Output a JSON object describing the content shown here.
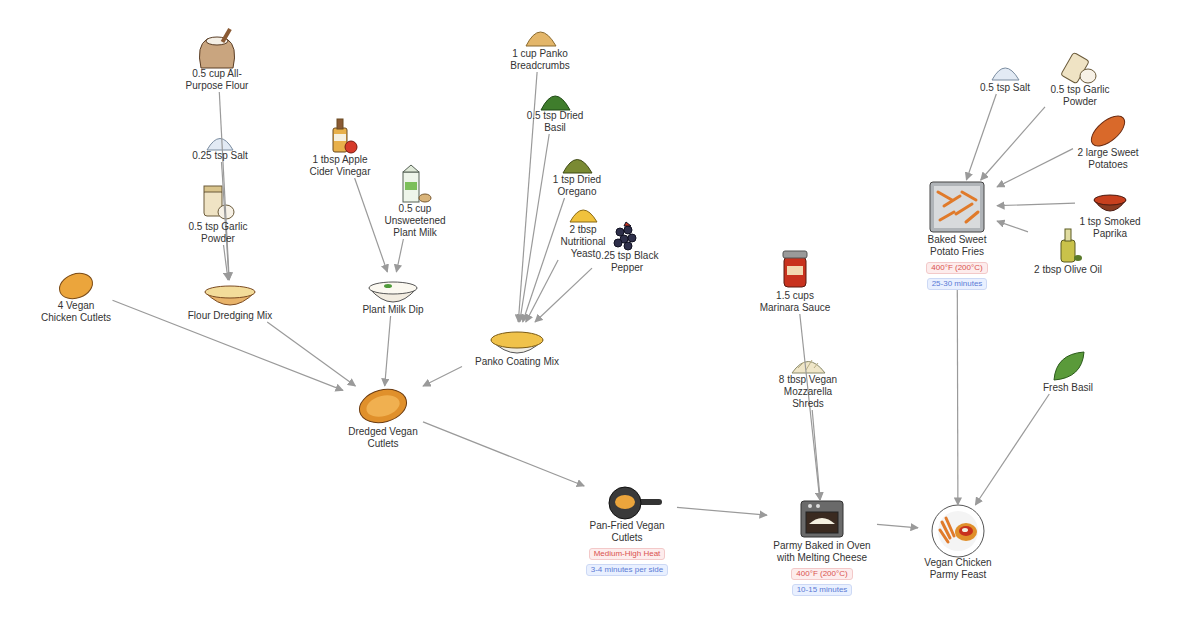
{
  "diagram": {
    "nodes": [
      {
        "text": [
          "0.5 cup All-Purpose Flour"
        ]
      },
      {
        "text": [
          "0.25 tsp Salt"
        ]
      },
      {
        "text": [
          "0.5 tsp Garlic Powder"
        ]
      },
      {
        "text": [
          "Flour Dredging Mix"
        ]
      },
      {
        "text": [
          "4 Vegan Chicken Cutlets"
        ]
      },
      {
        "text": [
          "1 tbsp Apple Cider Vinegar"
        ]
      },
      {
        "text": [
          "0.5 cup Unsweetened Plant Milk"
        ]
      },
      {
        "text": [
          "Plant Milk Dip"
        ]
      },
      {
        "text": [
          "1 cup Panko Breadcrumbs"
        ]
      },
      {
        "text": [
          "0.5 tsp Dried Basil"
        ]
      },
      {
        "text": [
          "1 tsp Dried Oregano"
        ]
      },
      {
        "text": [
          "2 tbsp Nutritional Yeast"
        ]
      },
      {
        "text": [
          "0.25 tsp Black Pepper"
        ]
      },
      {
        "text": [
          "Panko Coating Mix"
        ]
      },
      {
        "text": [
          "Dredged Vegan Cutlets"
        ]
      },
      {
        "text": [
          "Pan-Fried Vegan Cutlets",
          "Medium-High Heat",
          "3-4 minutes per side"
        ]
      },
      {
        "text": [
          "1.5 cups Marinara Sauce"
        ]
      },
      {
        "text": [
          "8 tbsp Vegan Mozzarella Shreds"
        ]
      },
      {
        "text": [
          "Parmy Baked in Oven with Melting Cheese",
          "400°F (200°C)",
          "10-15 minutes"
        ]
      },
      {
        "text": [
          "0.5 tsp Salt"
        ]
      },
      {
        "text": [
          "0.5 tsp Garlic Powder"
        ]
      },
      {
        "text": [
          "2 large Sweet Potatoes"
        ]
      },
      {
        "text": [
          "1 tsp Smoked Paprika"
        ]
      },
      {
        "text": [
          "2 tbsp Olive Oil"
        ]
      },
      {
        "text": [
          "Baked Sweet Potato Fries",
          "400°F (200°C)",
          "25-30 minutes"
        ]
      },
      {
        "text": [
          "Fresh Basil"
        ]
      },
      {
        "text": [
          "Vegan Chicken Parmy Feast"
        ]
      }
    ],
    "edges": [
      {
        "from": 0,
        "to": 3,
        "arrow": "to"
      },
      {
        "from": 1,
        "to": 3,
        "arrow": "to"
      },
      {
        "from": 2,
        "to": 3,
        "arrow": "to"
      },
      {
        "from": 5,
        "to": 7,
        "arrow": "to"
      },
      {
        "from": 6,
        "to": 7,
        "arrow": "to"
      },
      {
        "from": 8,
        "to": 13,
        "arrow": "to"
      },
      {
        "from": 9,
        "to": 13,
        "arrow": "to"
      },
      {
        "from": 10,
        "to": 13,
        "arrow": "to"
      },
      {
        "from": 11,
        "to": 13,
        "arrow": "to"
      },
      {
        "from": 12,
        "to": 13,
        "arrow": "to"
      },
      {
        "from": 4,
        "to": 14,
        "arrow": "to"
      },
      {
        "from": 3,
        "to": 14,
        "arrow": "to"
      },
      {
        "from": 7,
        "to": 14,
        "arrow": "to"
      },
      {
        "from": 13,
        "to": 14,
        "arrow": "to"
      },
      {
        "from": 14,
        "to": 15,
        "arrow": "to"
      },
      {
        "from": 16,
        "to": 18,
        "arrow": "to"
      },
      {
        "from": 17,
        "to": 18,
        "arrow": "to"
      },
      {
        "from": 15,
        "to": 18,
        "arrow": "to"
      },
      {
        "from": 19,
        "to": 24,
        "arrow": "to"
      },
      {
        "from": 20,
        "to": 24,
        "arrow": "to"
      },
      {
        "from": 21,
        "to": 24,
        "arrow": "to"
      },
      {
        "from": 22,
        "to": 24,
        "arrow": "to"
      },
      {
        "from": 23,
        "to": 24,
        "arrow": "to"
      },
      {
        "from": 18,
        "to": 26,
        "arrow": "to"
      },
      {
        "from": 24,
        "to": 26,
        "arrow": "to"
      },
      {
        "from": 25,
        "to": 26,
        "arrow": "to"
      }
    ]
  }
}
